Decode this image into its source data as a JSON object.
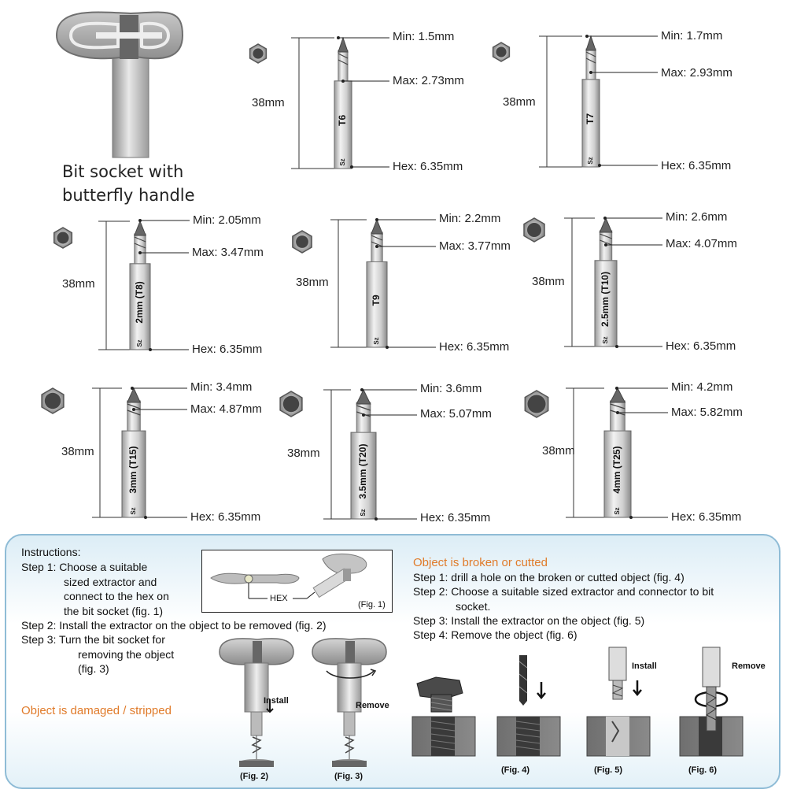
{
  "handle_caption": [
    "Bit socket with",
    "butterfly handle"
  ],
  "bits": [
    {
      "id": "t6",
      "name": "T6",
      "min": "Min: 1.5mm",
      "max": "Max: 2.73mm",
      "hex": "Hex: 6.35mm",
      "length": "38mm"
    },
    {
      "id": "t7",
      "name": "T7",
      "min": "Min: 1.7mm",
      "max": "Max: 2.93mm",
      "hex": "Hex: 6.35mm",
      "length": "38mm"
    },
    {
      "id": "t8",
      "name": "2mm (T8)",
      "min": "Min: 2.05mm",
      "max": "Max: 3.47mm",
      "hex": "Hex: 6.35mm",
      "length": "38mm"
    },
    {
      "id": "t9",
      "name": "T9",
      "min": "Min: 2.2mm",
      "max": "Max: 3.77mm",
      "hex": "Hex: 6.35mm",
      "length": "38mm"
    },
    {
      "id": "t10",
      "name": "2.5mm (T10)",
      "min": "Min: 2.6mm",
      "max": "Max: 4.07mm",
      "hex": "Hex: 6.35mm",
      "length": "38mm"
    },
    {
      "id": "t15",
      "name": "3mm (T15)",
      "min": "Min: 3.4mm",
      "max": "Max: 4.87mm",
      "hex": "Hex: 6.35mm",
      "length": "38mm"
    },
    {
      "id": "t20",
      "name": "3.5mm (T20)",
      "min": "Min: 3.6mm",
      "max": "Max: 5.07mm",
      "hex": "Hex: 6.35mm",
      "length": "38mm"
    },
    {
      "id": "t25",
      "name": "4mm (T25)",
      "min": "Min: 4.2mm",
      "max": "Max: 5.82mm",
      "hex": "Hex: 6.35mm",
      "length": "38mm"
    }
  ],
  "bit_mark": "Sz",
  "instructions": {
    "title": "Instructions:",
    "step1": [
      "Step 1: Choose a suitable",
      "sized extractor and",
      "connect to the hex on",
      "the bit socket (fig. 1)"
    ],
    "step2": "Step 2: Install the extractor on the object to be removed (fig. 2)",
    "step3": [
      "Step 3: Turn the bit socket for",
      "removing the object",
      "(fig. 3)"
    ],
    "damaged": "Object is damaged / stripped"
  },
  "broken": {
    "title": "Object is broken or cutted",
    "step1": "Step 1: drill a hole on the broken or cutted object (fig. 4)",
    "step2": [
      "Step 2: Choose a suitable sized extractor and connector to bit",
      "socket."
    ],
    "step3": "Step 3: Install the extractor on the object (fig. 5)",
    "step4": "Step 4: Remove the object (fig. 6)"
  },
  "figures": {
    "hex": "HEX",
    "fig1": "(Fig. 1)",
    "fig2": "(Fig. 2)",
    "fig3": "(Fig. 3)",
    "fig4": "(Fig. 4)",
    "fig5": "(Fig. 5)",
    "fig6": "(Fig. 6)",
    "install": "Install",
    "remove": "Remove"
  },
  "colors": {
    "panel_border": "#8fbcd6",
    "accent_orange": "#e07b2a"
  }
}
